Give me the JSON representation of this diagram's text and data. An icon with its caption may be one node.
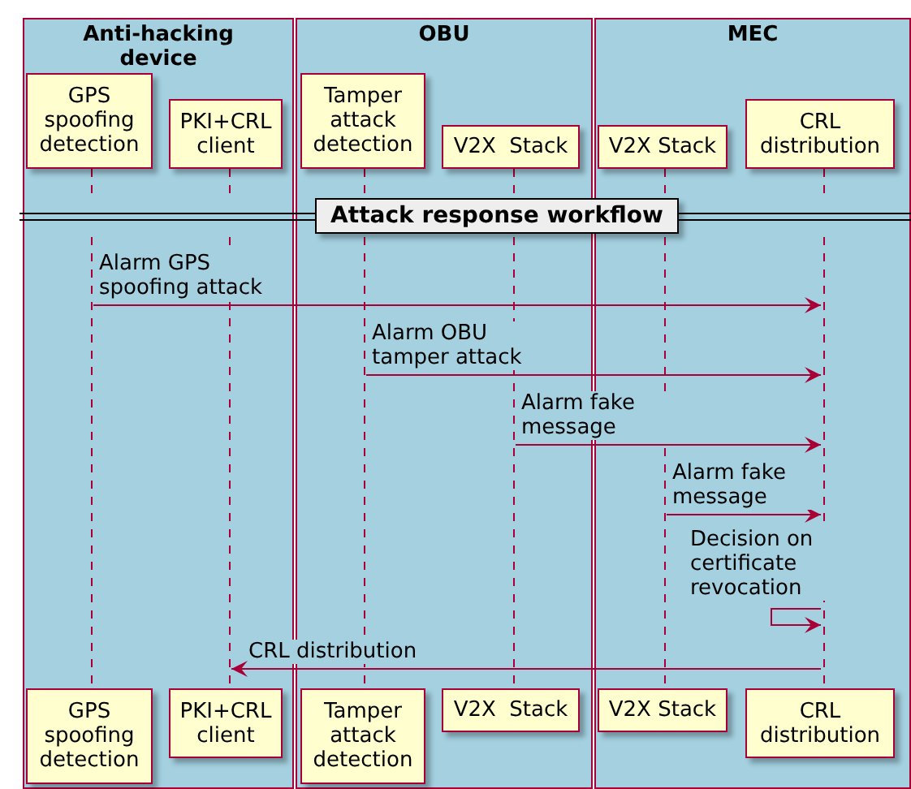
{
  "diagram": {
    "nodes": [
      {
        "text": [
          "Anti-hacking device"
        ]
      },
      {
        "text": [
          "OBU"
        ]
      },
      {
        "text": [
          "MEC"
        ]
      },
      {
        "text": [
          "GPS spoofing detection"
        ],
        "in": 0
      },
      {
        "text": [
          "PKI+CRL client"
        ],
        "in": 0
      },
      {
        "text": [
          "Tamper attack detection"
        ],
        "in": 1
      },
      {
        "text": [
          "V2X  Stack"
        ],
        "in": 1
      },
      {
        "text": [
          "V2X Stack"
        ],
        "in": 2
      },
      {
        "text": [
          "CRL distribution"
        ],
        "in": 2
      },
      {
        "text": [],
        "shape": "bar",
        "in": 0
      },
      {
        "text": [],
        "shape": "bar",
        "in": 0
      },
      {
        "text": [],
        "shape": "bar",
        "in": 1
      },
      {
        "text": [],
        "shape": "bar",
        "in": 1
      },
      {
        "text": [],
        "shape": "bar",
        "in": 2
      },
      {
        "text": [],
        "shape": "bar",
        "in": 2
      },
      {
        "text": [
          "Attack response workflow"
        ]
      },
      {
        "text": [],
        "shape": "bar",
        "in": 0
      },
      {
        "text": [],
        "shape": "bar",
        "in": 0
      },
      {
        "text": [],
        "shape": "bar",
        "in": 1
      },
      {
        "text": [],
        "shape": "bar",
        "in": 1
      },
      {
        "text": [],
        "shape": "bar",
        "in": 2
      },
      {
        "text": [],
        "shape": "bar",
        "in": 2
      },
      {
        "text": [
          "GPS spoofing detection"
        ],
        "in": 0
      },
      {
        "text": [
          "PKI+CRL client"
        ],
        "in": 0
      },
      {
        "text": [
          "Tamper attack detection"
        ],
        "in": 1
      },
      {
        "text": [
          "V2X  Stack"
        ],
        "in": 1
      },
      {
        "text": [
          "V2X Stack"
        ],
        "in": 2
      },
      {
        "text": [
          "CRL distribution"
        ],
        "in": 2
      }
    ],
    "edges": [
      {
        "from": 16,
        "to": 21,
        "arrow": "to",
        "label": "Alarm GPS spoofing attack"
      },
      {
        "from": 18,
        "to": 21,
        "arrow": "to",
        "label": "Alarm OBU tamper attack"
      },
      {
        "from": 19,
        "to": 21,
        "arrow": "to",
        "label": "Alarm fake message"
      },
      {
        "from": 20,
        "to": 21,
        "arrow": "to",
        "label": "Alarm fake message"
      },
      {
        "from": 21,
        "to": 21,
        "arrow": "to",
        "label": "Decision on certificate revocation"
      },
      {
        "from": 21,
        "to": 17,
        "arrow": "to",
        "label": "CRL distribution"
      }
    ]
  }
}
